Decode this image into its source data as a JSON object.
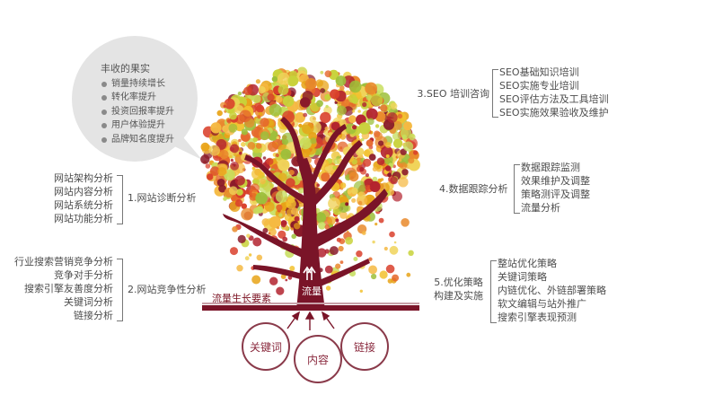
{
  "harvest": {
    "title": "丰收的果实",
    "items": [
      "销量持续增长",
      "转化率提升",
      "投资回报率提升",
      "用户体验提升",
      "品牌知名度提升"
    ]
  },
  "sections": {
    "s1": {
      "title": "1.网站诊断分析",
      "items": [
        "网站架构分析",
        "网站内容分析",
        "网站系统分析",
        "网站功能分析"
      ]
    },
    "s2": {
      "title": "2.网站竞争性分析",
      "items": [
        "行业搜索营销竞争分析",
        "竞争对手分析",
        "搜索引擎友善度分析",
        "关键词分析",
        "链接分析"
      ]
    },
    "s3": {
      "title": "3.SEO 培训咨询",
      "items": [
        "SEO基础知识培训",
        "SEO实施专业培训",
        "SEO评估方法及工具培训",
        "SEO实施效果验收及维护"
      ]
    },
    "s4": {
      "title": "4.数据跟踪分析",
      "items": [
        "数据跟踪监测",
        "效果维护及调整",
        "策略测评及调整",
        "流量分析"
      ]
    },
    "s5": {
      "title_line1": "5.优化策略",
      "title_line2": "构建及实施",
      "items": [
        "整站优化策略",
        "关键词策略",
        "内链优化、外链部署策略",
        "软文编辑与站外推广",
        "搜索引擎表现预测"
      ]
    }
  },
  "ground": {
    "label": "流量生长要素",
    "flow": "流量"
  },
  "roots": [
    "关键词",
    "内容",
    "链接"
  ],
  "colors": {
    "trunk": "#7a1428",
    "ground": "#7a1428",
    "bubble": "#e4e4e4"
  }
}
